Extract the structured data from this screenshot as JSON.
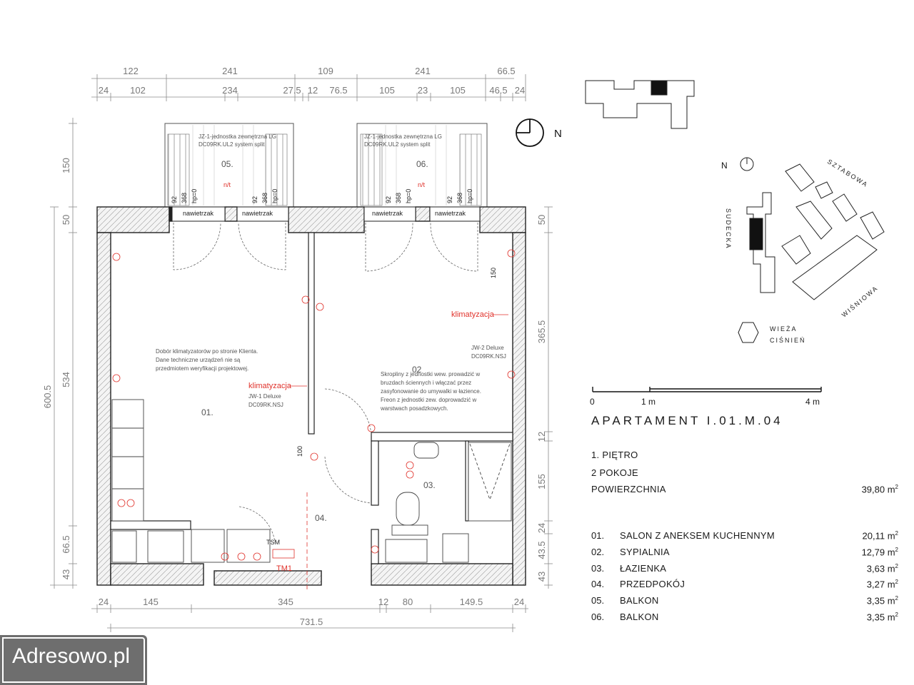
{
  "apartment": {
    "title": "APARTAMENT I.01.M.04",
    "floor": "1. PIĘTRO",
    "rooms_count": "2 POKOJE",
    "area_label": "POWIERZCHNIA",
    "area_value": "39,80 m",
    "area_unit_sup": "2"
  },
  "rooms": [
    {
      "num": "01.",
      "name": "SALON Z ANEKSEM KUCHENNYM",
      "area": "20,11 m"
    },
    {
      "num": "02.",
      "name": "SYPIALNIA",
      "area": "12,79 m"
    },
    {
      "num": "03.",
      "name": "ŁAZIENKA",
      "area": "3,63 m"
    },
    {
      "num": "04.",
      "name": "PRZEDPOKÓJ",
      "area": "3,27 m"
    },
    {
      "num": "05.",
      "name": "BALKON",
      "area": "3,35 m"
    },
    {
      "num": "06.",
      "name": "BALKON",
      "area": "3,35 m"
    }
  ],
  "scale": {
    "zero": "0",
    "one": "1 m",
    "four": "4 m"
  },
  "compass": {
    "north": "N"
  },
  "map": {
    "north": "N",
    "streets": [
      "SZTABOWA",
      "SUDECKA",
      "WIŚNIOWA"
    ],
    "tower_line1": "WIEŻA",
    "tower_line2": "CIŚNIEŃ"
  },
  "dims_top_outer": [
    "122",
    "241",
    "109",
    "241",
    "66.5"
  ],
  "dims_top_inner": [
    "24",
    "102",
    "234",
    "27.5",
    "12",
    "76.5",
    "105",
    "23",
    "105",
    "46.5",
    "24"
  ],
  "dims_bottom_inner": [
    "24",
    "145",
    "345",
    "12",
    "80",
    "149.5",
    "24"
  ],
  "dims_bottom_total": "731.5",
  "dims_left_outer": [
    "150",
    "50",
    "534",
    "66.5",
    "43"
  ],
  "dims_left_total": "600.5",
  "dims_right": [
    "50",
    "365.5",
    "12",
    "155",
    "24",
    "43.5",
    "43"
  ],
  "plan": {
    "balcony_note": "JZ-1-jednostka zewnętrzna LG",
    "balcony_note2": "DC09RK.UL2 system split",
    "room05": "05.",
    "room06": "06.",
    "room01": "01.",
    "room02": "02",
    "room03": "03.",
    "room04": "04.",
    "vent_label": "nawietrzak",
    "ac_label": "klimatyzacja",
    "unit1_line1": "JW-1 Deluxe",
    "unit1_line2": "DC09RK.NSJ",
    "unit2_line1": "JW-2 Deluxe",
    "unit2_line2": "DC09RK.NSJ",
    "note_l1": "Dobór klimatyzatorów po stronie Klienta.",
    "note_l2": "Dane techniczne urządzeń nie są",
    "note_l3": "przedmiotem weryfikacji projektowej.",
    "note2_l1": "Skropliny z jednostki wew. prowadzić w",
    "note2_l2": "bruzdach ściennych i włączać przez",
    "note2_l3": "zasyfonowanie do umywalki w łazience.",
    "note2_l4": "Freon z jednostki zew. doprowadzić w",
    "note2_l5": "warstwach posadzkowych.",
    "v92": "92",
    "v368": "368",
    "hp0": "hp=0",
    "nt": "n/t",
    "tsm": "TSM",
    "tm1": "TM1",
    "d150": "150",
    "d100": "100"
  },
  "watermark": "Adresowo.pl"
}
